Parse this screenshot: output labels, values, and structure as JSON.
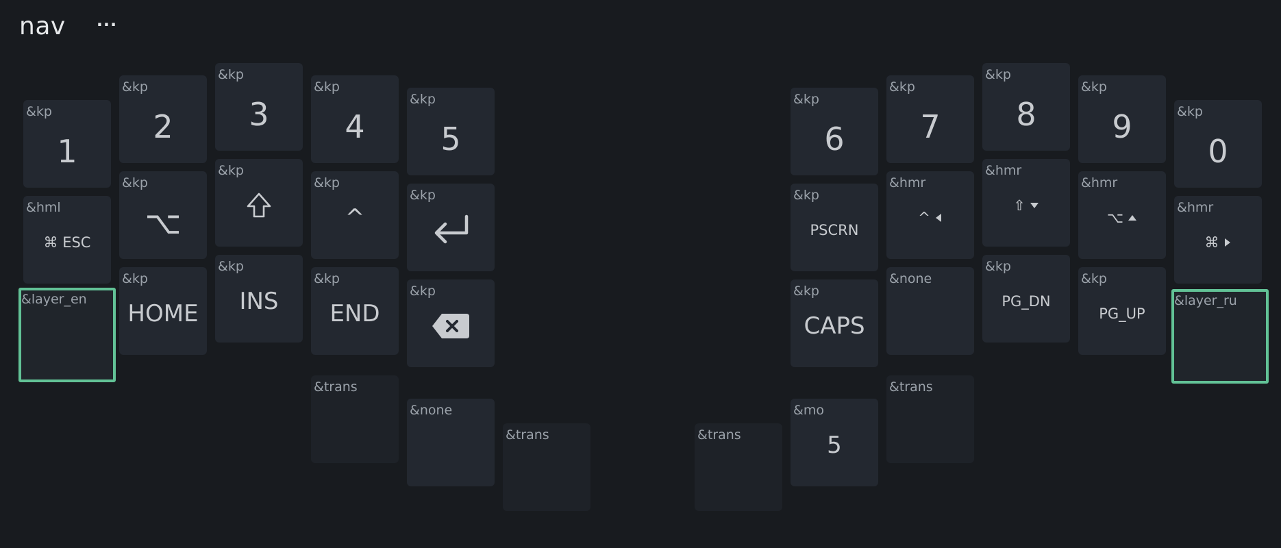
{
  "layer": {
    "name": "nav",
    "menu_label": "···"
  },
  "colors": {
    "background": "#181b1f",
    "key": "#232830",
    "highlight": "#62c296"
  },
  "keys": [
    {
      "id": "k00",
      "behavior": "&kp",
      "label": "1",
      "style": "big"
    },
    {
      "id": "k01",
      "behavior": "&kp",
      "label": "2",
      "style": "big"
    },
    {
      "id": "k02",
      "behavior": "&kp",
      "label": "3",
      "style": "big"
    },
    {
      "id": "k03",
      "behavior": "&kp",
      "label": "4",
      "style": "big"
    },
    {
      "id": "k04",
      "behavior": "&kp",
      "label": "5",
      "style": "big"
    },
    {
      "id": "k05",
      "behavior": "&kp",
      "label": "6",
      "style": "big"
    },
    {
      "id": "k06",
      "behavior": "&kp",
      "label": "7",
      "style": "big"
    },
    {
      "id": "k07",
      "behavior": "&kp",
      "label": "8",
      "style": "big"
    },
    {
      "id": "k08",
      "behavior": "&kp",
      "label": "9",
      "style": "big"
    },
    {
      "id": "k09",
      "behavior": "&kp",
      "label": "0",
      "style": "big"
    },
    {
      "id": "k10",
      "behavior": "&hml",
      "label": "⌘ ESC",
      "style": "small"
    },
    {
      "id": "k11",
      "behavior": "&kp",
      "label": "⌥",
      "style": "big"
    },
    {
      "id": "k12",
      "behavior": "&kp",
      "label": "",
      "icon": "shift-icon",
      "style": "icon"
    },
    {
      "id": "k13",
      "behavior": "&kp",
      "label": "^",
      "style": "mid"
    },
    {
      "id": "k14",
      "behavior": "&kp",
      "label": "",
      "icon": "enter-icon",
      "style": "icon"
    },
    {
      "id": "k15",
      "behavior": "&kp",
      "label": "PSCRN",
      "style": "small"
    },
    {
      "id": "k16",
      "behavior": "&hmr",
      "label": "^",
      "icon": "arrow-left-icon",
      "style": "small"
    },
    {
      "id": "k17",
      "behavior": "&hmr",
      "label": "⇧",
      "icon": "arrow-down-icon",
      "style": "small"
    },
    {
      "id": "k18",
      "behavior": "&hmr",
      "label": "⌥",
      "icon": "arrow-up-icon",
      "style": "small"
    },
    {
      "id": "k19",
      "behavior": "&hmr",
      "label": "⌘",
      "icon": "arrow-right-icon",
      "style": "small"
    },
    {
      "id": "k20",
      "behavior": "&layer_en",
      "label": "",
      "style": "active"
    },
    {
      "id": "k21",
      "behavior": "&kp",
      "label": "HOME",
      "style": "mid"
    },
    {
      "id": "k22",
      "behavior": "&kp",
      "label": "INS",
      "style": "mid"
    },
    {
      "id": "k23",
      "behavior": "&kp",
      "label": "END",
      "style": "mid"
    },
    {
      "id": "k24",
      "behavior": "&kp",
      "label": "",
      "icon": "backspace-icon",
      "style": "icon"
    },
    {
      "id": "k25",
      "behavior": "&kp",
      "label": "CAPS",
      "style": "mid"
    },
    {
      "id": "k26",
      "behavior": "&none",
      "label": "",
      "style": "small"
    },
    {
      "id": "k27",
      "behavior": "&kp",
      "label": "PG_DN",
      "style": "small"
    },
    {
      "id": "k28",
      "behavior": "&kp",
      "label": "PG_UP",
      "style": "small"
    },
    {
      "id": "k29",
      "behavior": "&layer_ru",
      "label": "",
      "style": "active"
    },
    {
      "id": "k30",
      "behavior": "&trans",
      "label": "",
      "style": "trans"
    },
    {
      "id": "k31",
      "behavior": "&none",
      "label": "",
      "style": "small"
    },
    {
      "id": "k32",
      "behavior": "&trans",
      "label": "",
      "style": "trans"
    },
    {
      "id": "k33",
      "behavior": "&trans",
      "label": "",
      "style": "trans"
    },
    {
      "id": "k34",
      "behavior": "&mo",
      "label": "5",
      "style": "mid"
    },
    {
      "id": "k35",
      "behavior": "&trans",
      "label": "",
      "style": "trans"
    }
  ]
}
